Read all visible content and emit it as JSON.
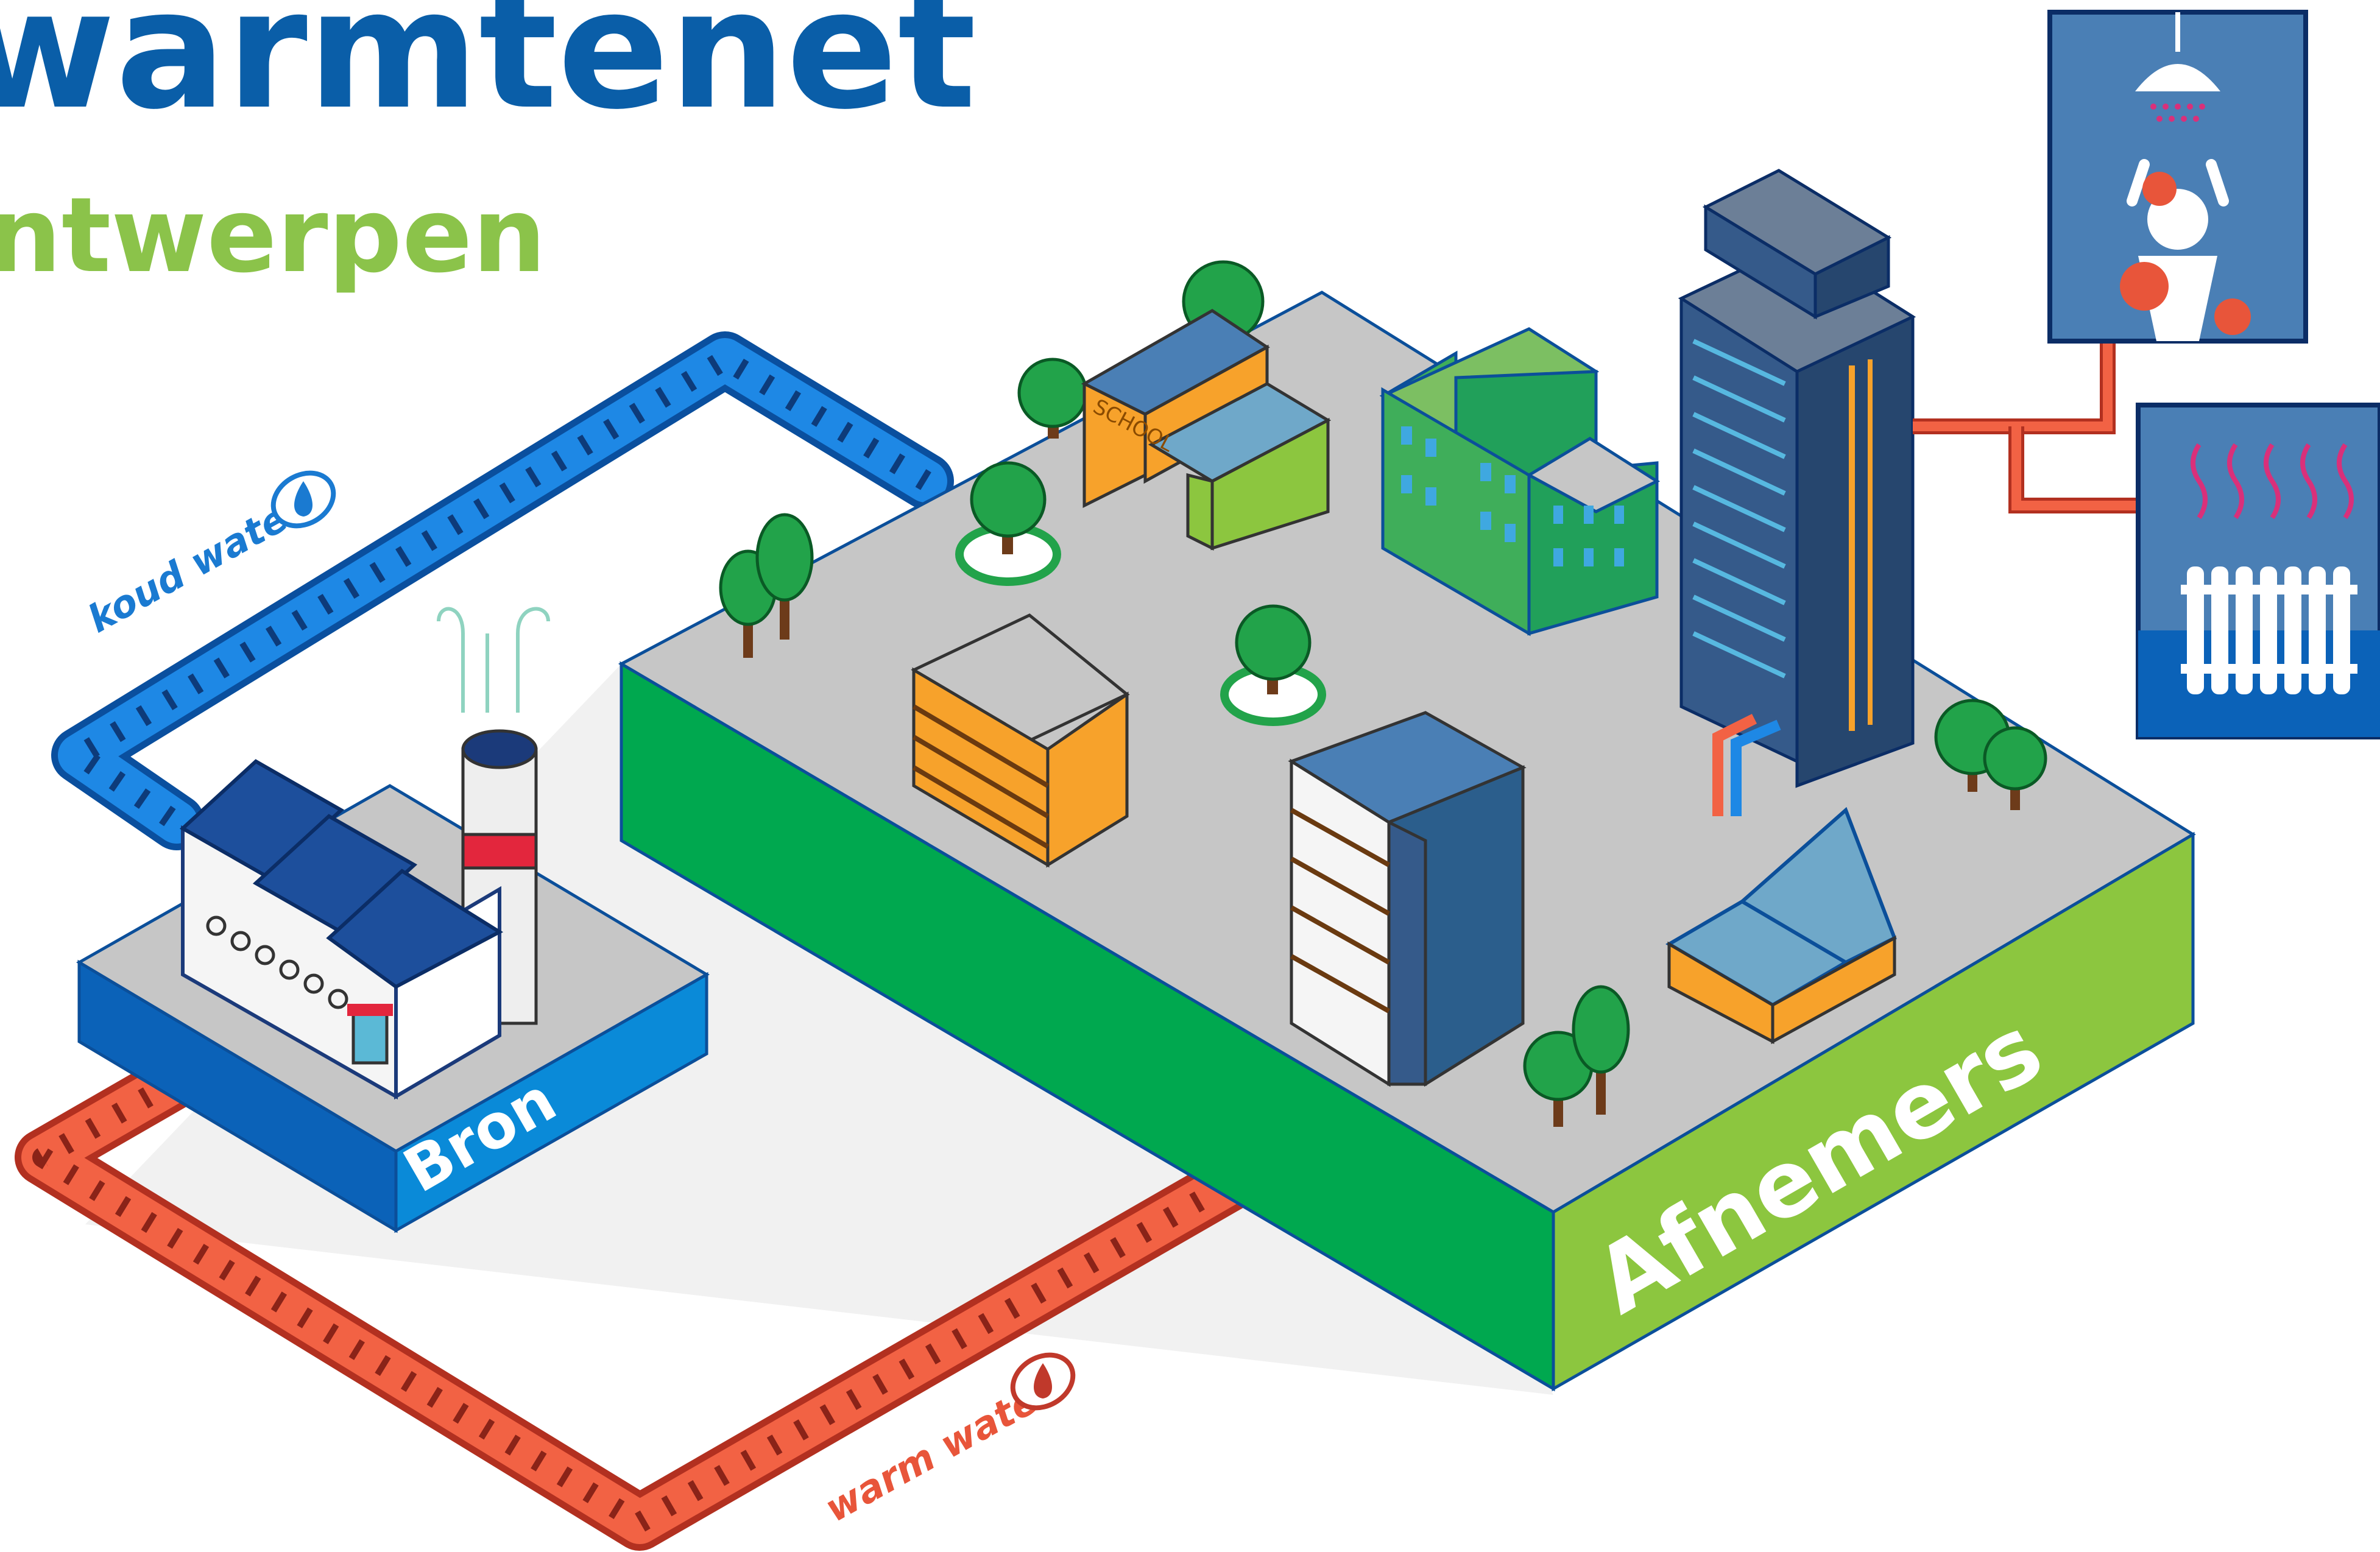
{
  "title": {
    "main": "warmtenet",
    "sub": "ntwerpen"
  },
  "labels": {
    "source": "Bron",
    "consumers": "Afnemers",
    "cold_pipe": "koud water",
    "warm_pipe": "warm water",
    "school_sign": "SCHOOL"
  },
  "colors": {
    "title_blue": "#0a5ea8",
    "title_green": "#8bc34a",
    "cold_pipe": "#1877d2",
    "warm_pipe": "#f0553c",
    "platform_green": "#00a84f",
    "platform_light_green": "#8cc63f",
    "ground_gray": "#c8c8c8",
    "source_blue": "#0b62b8",
    "panel_blue": "#4a7fb5"
  },
  "icons": [
    "water-drop-icon",
    "shower-icon",
    "radiator-icon",
    "heat-waves-icon",
    "steam-icon"
  ]
}
